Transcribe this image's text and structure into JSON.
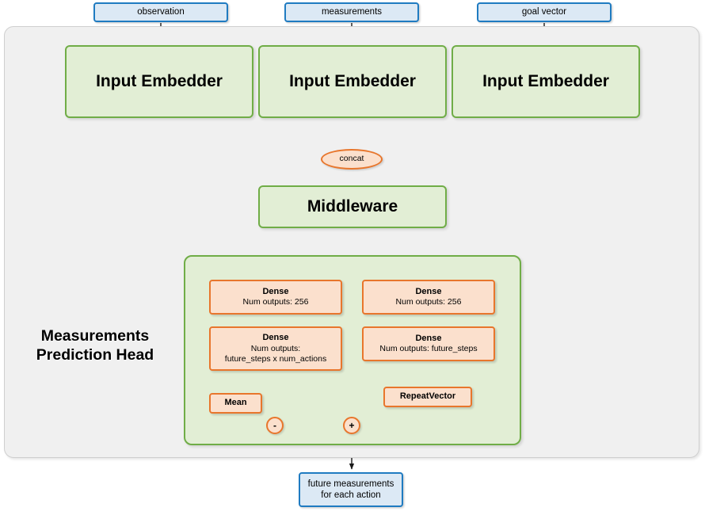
{
  "diagram": {
    "title": "Measurements Prediction Head network diagram",
    "colors": {
      "canvas": "#ffffff",
      "outer_container_fill": "#f0f0f0",
      "outer_container_border": "#cfcfcf",
      "io_fill": "#dce9f5",
      "io_border": "#1f7bc1",
      "module_fill": "#e2eed5",
      "module_border": "#70ad47",
      "op_fill": "#fbe0cd",
      "op_border": "#e8762c",
      "edge": "#1a1a1a"
    }
  },
  "inputs": [
    {
      "id": "observation",
      "label": "observation"
    },
    {
      "id": "measurements",
      "label": "measurements"
    },
    {
      "id": "goal_vector",
      "label": "goal vector"
    }
  ],
  "embedders": [
    {
      "label": "Input Embedder"
    },
    {
      "label": "Input Embedder"
    },
    {
      "label": "Input Embedder"
    }
  ],
  "concat": {
    "label": "concat"
  },
  "middleware": {
    "label": "Middleware"
  },
  "head": {
    "label_line1": "Measurements",
    "label_line2": "Prediction Head",
    "left_branch": {
      "dense_1": {
        "title": "Dense",
        "detail": "Num outputs: 256"
      },
      "dense_2": {
        "title": "Dense",
        "detail_line1": "Num outputs:",
        "detail_line2": "future_steps x num_actions"
      },
      "mean": {
        "label": "Mean"
      },
      "operator": {
        "label": "-"
      }
    },
    "right_branch": {
      "dense_1": {
        "title": "Dense",
        "detail": "Num outputs: 256"
      },
      "dense_2": {
        "title": "Dense",
        "detail": "Num outputs: future_steps"
      },
      "repeat_vector": {
        "label": "RepeatVector"
      },
      "operator": {
        "label": "+"
      }
    }
  },
  "output": {
    "line1": "future measurements",
    "line2": "for each action"
  }
}
